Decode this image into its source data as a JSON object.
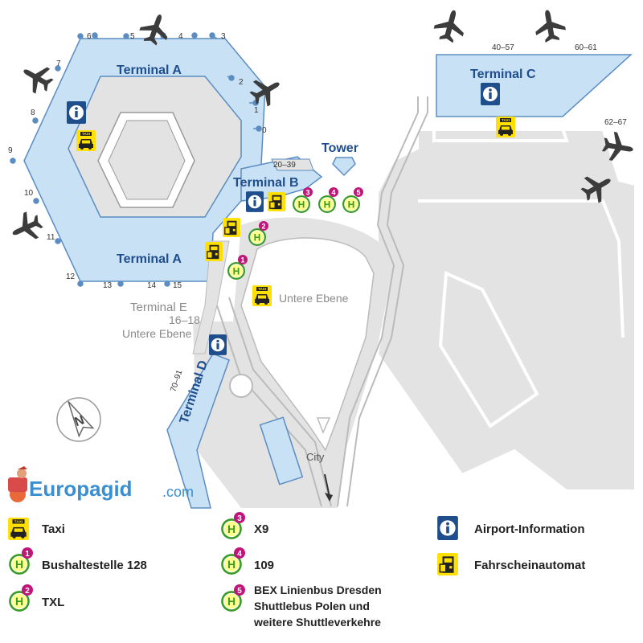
{
  "terminals": {
    "a_top": "Terminal A",
    "a_bottom": "Terminal A",
    "b": "Terminal B",
    "c": "Terminal C",
    "d": "Terminal D",
    "e": "Terminal E",
    "e_sub": "Untere Ebene",
    "tower": "Tower",
    "untere_ebene": "Untere Ebene",
    "city": "City"
  },
  "gates": {
    "g0": "0",
    "g1": "1",
    "g2": "2",
    "g3": "3",
    "g4": "4",
    "g5": "5",
    "g6": "6",
    "g7": "7",
    "g8": "8",
    "g9": "9",
    "g10": "10",
    "g11": "11",
    "g12": "12",
    "g13": "13",
    "g14": "14",
    "g15": "15",
    "b_range": "20–39",
    "e_range": "16–18",
    "d_range": "70–91",
    "c_range1": "40–57",
    "c_range2": "60–61",
    "c_range3": "62–67"
  },
  "bus_numbers": {
    "b1": "1",
    "b2": "2",
    "b3": "3",
    "b4": "4",
    "b5": "5"
  },
  "symbol_text": {
    "info": "i",
    "halt": "H",
    "taxi": "TAXI",
    "north": "N"
  },
  "brand": {
    "name": "Europagid",
    "tld": ".com"
  },
  "legend": {
    "taxi": "Taxi",
    "bus128": "Bushaltestelle 128",
    "txl": "TXL",
    "x9": "X9",
    "b109": "109",
    "bex_1": "BEX Linienbus Dresden",
    "bex_2": "Shuttlebus Polen und",
    "bex_3": "weitere Shuttleverkehre",
    "info": "Airport-Information",
    "ticket": "Fahrscheinautomat"
  },
  "colors": {
    "terminal_fill": "#c9e1f5",
    "terminal_stroke": "#5b8dc2",
    "ground": "#e3e3e3",
    "label_blue": "#1f4e8c",
    "bus_green": "#3a9a2a",
    "bus_badge": "#c0157a",
    "taxi_yellow": "#ffe000",
    "info_blue": "#1f4e8c"
  }
}
